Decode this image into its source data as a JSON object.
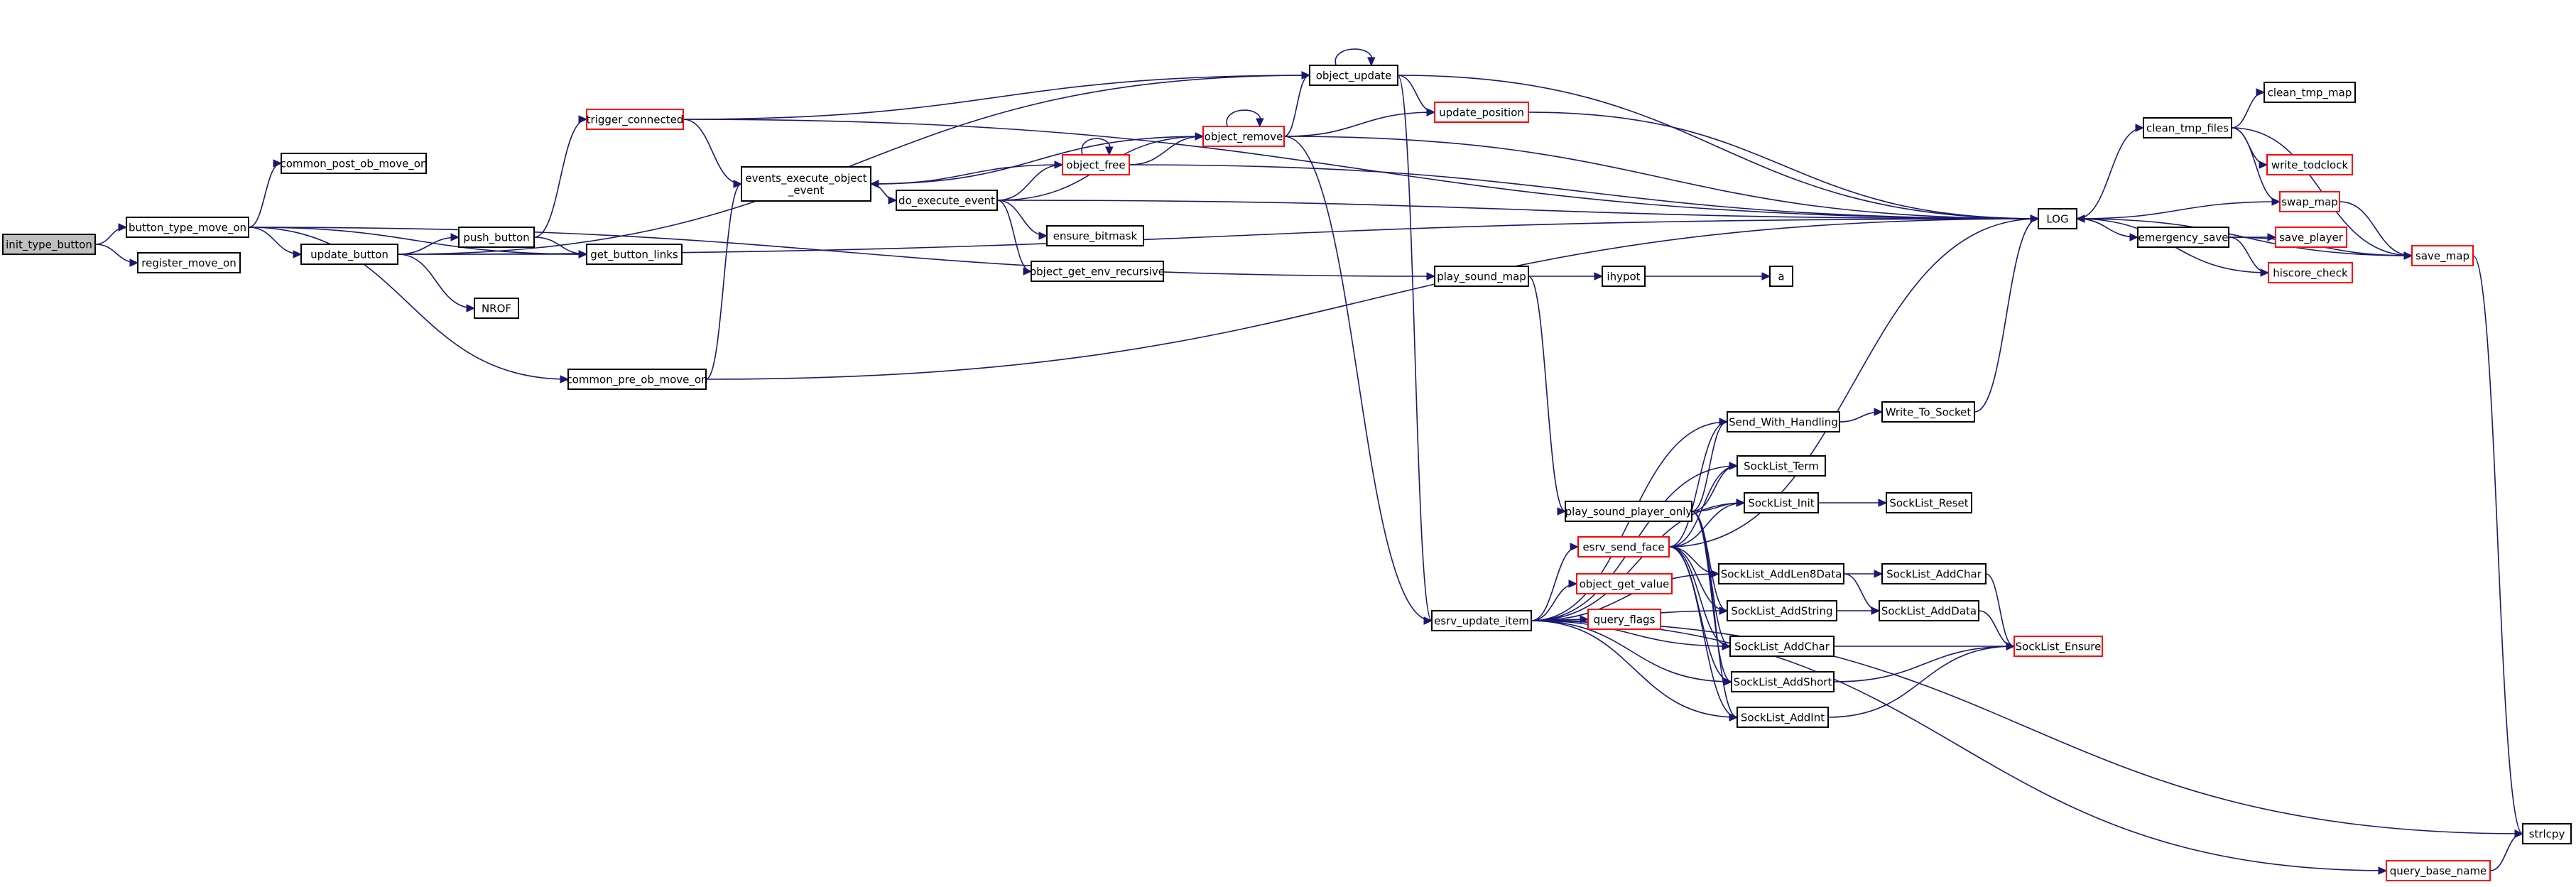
{
  "nodes": [
    {
      "id": "init_type_button",
      "label": "init_type_button",
      "kind": "root"
    },
    {
      "id": "button_type_move_on",
      "label": "button_type_move_on",
      "kind": "normal"
    },
    {
      "id": "register_move_on",
      "label": "register_move_on",
      "kind": "normal"
    },
    {
      "id": "common_post_ob_move_on",
      "label": "common_post_ob_move_on",
      "kind": "normal"
    },
    {
      "id": "update_button",
      "label": "update_button",
      "kind": "normal"
    },
    {
      "id": "push_button",
      "label": "push_button",
      "kind": "normal"
    },
    {
      "id": "get_button_links",
      "label": "get_button_links",
      "kind": "normal"
    },
    {
      "id": "NROF",
      "label": "NROF",
      "kind": "normal"
    },
    {
      "id": "trigger_connected",
      "label": "trigger_connected",
      "kind": "truncated"
    },
    {
      "id": "events_execute_object_event",
      "label": "events_execute_object\n_event",
      "kind": "normal"
    },
    {
      "id": "common_pre_ob_move_on",
      "label": "common_pre_ob_move_on",
      "kind": "normal"
    },
    {
      "id": "do_execute_event",
      "label": "do_execute_event",
      "kind": "normal"
    },
    {
      "id": "object_free",
      "label": "object_free",
      "kind": "truncated"
    },
    {
      "id": "ensure_bitmask",
      "label": "ensure_bitmask",
      "kind": "normal"
    },
    {
      "id": "object_get_env_recursive",
      "label": "object_get_env_recursive",
      "kind": "normal"
    },
    {
      "id": "object_remove",
      "label": "object_remove",
      "kind": "truncated"
    },
    {
      "id": "object_update",
      "label": "object_update",
      "kind": "normal"
    },
    {
      "id": "update_position",
      "label": "update_position",
      "kind": "truncated"
    },
    {
      "id": "play_sound_map",
      "label": "play_sound_map",
      "kind": "normal"
    },
    {
      "id": "ihypot",
      "label": "ihypot",
      "kind": "normal"
    },
    {
      "id": "a",
      "label": "a",
      "kind": "normal"
    },
    {
      "id": "LOG",
      "label": "LOG",
      "kind": "normal"
    },
    {
      "id": "clean_tmp_files",
      "label": "clean_tmp_files",
      "kind": "normal"
    },
    {
      "id": "clean_tmp_map",
      "label": "clean_tmp_map",
      "kind": "normal"
    },
    {
      "id": "write_todclock",
      "label": "write_todclock",
      "kind": "truncated"
    },
    {
      "id": "swap_map",
      "label": "swap_map",
      "kind": "truncated"
    },
    {
      "id": "emergency_save",
      "label": "emergency_save",
      "kind": "normal"
    },
    {
      "id": "save_player",
      "label": "save_player",
      "kind": "truncated"
    },
    {
      "id": "hiscore_check",
      "label": "hiscore_check",
      "kind": "truncated"
    },
    {
      "id": "save_map",
      "label": "save_map",
      "kind": "truncated"
    },
    {
      "id": "Send_With_Handling",
      "label": "Send_With_Handling",
      "kind": "normal"
    },
    {
      "id": "Write_To_Socket",
      "label": "Write_To_Socket",
      "kind": "normal"
    },
    {
      "id": "SockList_Term",
      "label": "SockList_Term",
      "kind": "normal"
    },
    {
      "id": "play_sound_player_only",
      "label": "play_sound_player_only",
      "kind": "normal"
    },
    {
      "id": "SockList_Init",
      "label": "SockList_Init",
      "kind": "normal"
    },
    {
      "id": "SockList_Reset",
      "label": "SockList_Reset",
      "kind": "normal"
    },
    {
      "id": "esrv_send_face",
      "label": "esrv_send_face",
      "kind": "truncated"
    },
    {
      "id": "SockList_AddLen8Data",
      "label": "SockList_AddLen8Data",
      "kind": "normal"
    },
    {
      "id": "SockList_AddChar_r",
      "label": "SockList_AddChar",
      "kind": "normal"
    },
    {
      "id": "object_get_value",
      "label": "object_get_value",
      "kind": "truncated"
    },
    {
      "id": "SockList_AddString",
      "label": "SockList_AddString",
      "kind": "normal"
    },
    {
      "id": "SockList_AddData",
      "label": "SockList_AddData",
      "kind": "normal"
    },
    {
      "id": "esrv_update_item",
      "label": "esrv_update_item",
      "kind": "normal"
    },
    {
      "id": "query_flags",
      "label": "query_flags",
      "kind": "truncated"
    },
    {
      "id": "SockList_AddChar",
      "label": "SockList_AddChar",
      "kind": "normal"
    },
    {
      "id": "SockList_Ensure",
      "label": "SockList_Ensure",
      "kind": "truncated"
    },
    {
      "id": "SockList_AddShort",
      "label": "SockList_AddShort",
      "kind": "normal"
    },
    {
      "id": "SockList_AddInt",
      "label": "SockList_AddInt",
      "kind": "normal"
    },
    {
      "id": "strlcpy",
      "label": "strlcpy",
      "kind": "normal"
    },
    {
      "id": "query_base_name",
      "label": "query_base_name",
      "kind": "truncated"
    }
  ],
  "edges": [
    [
      "init_type_button",
      "button_type_move_on"
    ],
    [
      "init_type_button",
      "register_move_on"
    ],
    [
      "button_type_move_on",
      "common_post_ob_move_on"
    ],
    [
      "button_type_move_on",
      "update_button"
    ],
    [
      "button_type_move_on",
      "common_pre_ob_move_on"
    ],
    [
      "button_type_move_on",
      "play_sound_map"
    ],
    [
      "button_type_move_on",
      "get_button_links"
    ],
    [
      "update_button",
      "push_button"
    ],
    [
      "update_button",
      "get_button_links"
    ],
    [
      "update_button",
      "NROF"
    ],
    [
      "update_button",
      "object_update"
    ],
    [
      "update_button",
      "LOG"
    ],
    [
      "push_button",
      "trigger_connected"
    ],
    [
      "push_button",
      "get_button_links"
    ],
    [
      "trigger_connected",
      "object_update"
    ],
    [
      "trigger_connected",
      "events_execute_object_event"
    ],
    [
      "trigger_connected",
      "LOG"
    ],
    [
      "common_pre_ob_move_on",
      "events_execute_object_event"
    ],
    [
      "common_pre_ob_move_on",
      "LOG"
    ],
    [
      "events_execute_object_event",
      "do_execute_event"
    ],
    [
      "do_execute_event",
      "object_free"
    ],
    [
      "do_execute_event",
      "ensure_bitmask"
    ],
    [
      "do_execute_event",
      "object_get_env_recursive"
    ],
    [
      "do_execute_event",
      "object_remove"
    ],
    [
      "do_execute_event",
      "LOG"
    ],
    [
      "object_free",
      "events_execute_object_event"
    ],
    [
      "object_free",
      "object_free"
    ],
    [
      "object_free",
      "object_remove"
    ],
    [
      "object_free",
      "LOG"
    ],
    [
      "object_remove",
      "object_remove"
    ],
    [
      "object_remove",
      "object_update"
    ],
    [
      "object_remove",
      "update_position"
    ],
    [
      "object_remove",
      "events_execute_object_event"
    ],
    [
      "object_remove",
      "esrv_update_item"
    ],
    [
      "object_remove",
      "LOG"
    ],
    [
      "object_update",
      "object_update"
    ],
    [
      "object_update",
      "update_position"
    ],
    [
      "object_update",
      "esrv_update_item"
    ],
    [
      "object_update",
      "LOG"
    ],
    [
      "update_position",
      "LOG"
    ],
    [
      "play_sound_map",
      "ihypot"
    ],
    [
      "play_sound_map",
      "play_sound_player_only"
    ],
    [
      "ihypot",
      "a"
    ],
    [
      "LOG",
      "clean_tmp_files"
    ],
    [
      "LOG",
      "emergency_save"
    ],
    [
      "clean_tmp_files",
      "clean_tmp_map"
    ],
    [
      "clean_tmp_files",
      "write_todclock"
    ],
    [
      "clean_tmp_files",
      "swap_map"
    ],
    [
      "clean_tmp_files",
      "save_map"
    ],
    [
      "swap_map",
      "LOG"
    ],
    [
      "swap_map",
      "save_map"
    ],
    [
      "emergency_save",
      "save_player"
    ],
    [
      "emergency_save",
      "hiscore_check"
    ],
    [
      "emergency_save",
      "save_map"
    ],
    [
      "hiscore_check",
      "LOG"
    ],
    [
      "save_map",
      "LOG"
    ],
    [
      "save_map",
      "strlcpy"
    ],
    [
      "Send_With_Handling",
      "Write_To_Socket"
    ],
    [
      "Write_To_Socket",
      "LOG"
    ],
    [
      "play_sound_player_only",
      "Send_With_Handling"
    ],
    [
      "play_sound_player_only",
      "SockList_Term"
    ],
    [
      "play_sound_player_only",
      "SockList_Init"
    ],
    [
      "play_sound_player_only",
      "SockList_AddString"
    ],
    [
      "play_sound_player_only",
      "SockList_AddChar"
    ],
    [
      "play_sound_player_only",
      "SockList_AddShort"
    ],
    [
      "play_sound_player_only",
      "SockList_AddInt"
    ],
    [
      "SockList_Init",
      "SockList_Reset"
    ],
    [
      "esrv_send_face",
      "LOG"
    ],
    [
      "esrv_send_face",
      "Send_With_Handling"
    ],
    [
      "esrv_send_face",
      "SockList_Term"
    ],
    [
      "esrv_send_face",
      "SockList_Init"
    ],
    [
      "esrv_send_face",
      "SockList_AddLen8Data"
    ],
    [
      "esrv_send_face",
      "SockList_AddString"
    ],
    [
      "esrv_send_face",
      "SockList_AddChar"
    ],
    [
      "esrv_send_face",
      "SockList_AddShort"
    ],
    [
      "esrv_send_face",
      "SockList_AddInt"
    ],
    [
      "SockList_AddLen8Data",
      "SockList_AddChar_r"
    ],
    [
      "SockList_AddLen8Data",
      "SockList_AddData"
    ],
    [
      "SockList_AddChar_r",
      "SockList_Ensure"
    ],
    [
      "SockList_AddString",
      "SockList_AddData"
    ],
    [
      "SockList_AddData",
      "SockList_Ensure"
    ],
    [
      "SockList_AddChar",
      "SockList_Ensure"
    ],
    [
      "SockList_AddShort",
      "SockList_Ensure"
    ],
    [
      "SockList_AddInt",
      "SockList_Ensure"
    ],
    [
      "esrv_update_item",
      "esrv_send_face"
    ],
    [
      "esrv_update_item",
      "object_get_value"
    ],
    [
      "esrv_update_item",
      "query_flags"
    ],
    [
      "esrv_update_item",
      "Send_With_Handling"
    ],
    [
      "esrv_update_item",
      "SockList_Term"
    ],
    [
      "esrv_update_item",
      "SockList_Init"
    ],
    [
      "esrv_update_item",
      "SockList_AddLen8Data"
    ],
    [
      "esrv_update_item",
      "SockList_AddString"
    ],
    [
      "esrv_update_item",
      "SockList_AddChar"
    ],
    [
      "esrv_update_item",
      "SockList_AddShort"
    ],
    [
      "esrv_update_item",
      "SockList_AddInt"
    ],
    [
      "esrv_update_item",
      "query_base_name"
    ],
    [
      "esrv_update_item",
      "strlcpy"
    ],
    [
      "query_base_name",
      "strlcpy"
    ]
  ],
  "colors": {
    "edge": "#191970",
    "node_border": "#000000",
    "truncated_border": "#ff0000",
    "root_fill": "#bfbfbf",
    "node_fill": "#ffffff"
  }
}
